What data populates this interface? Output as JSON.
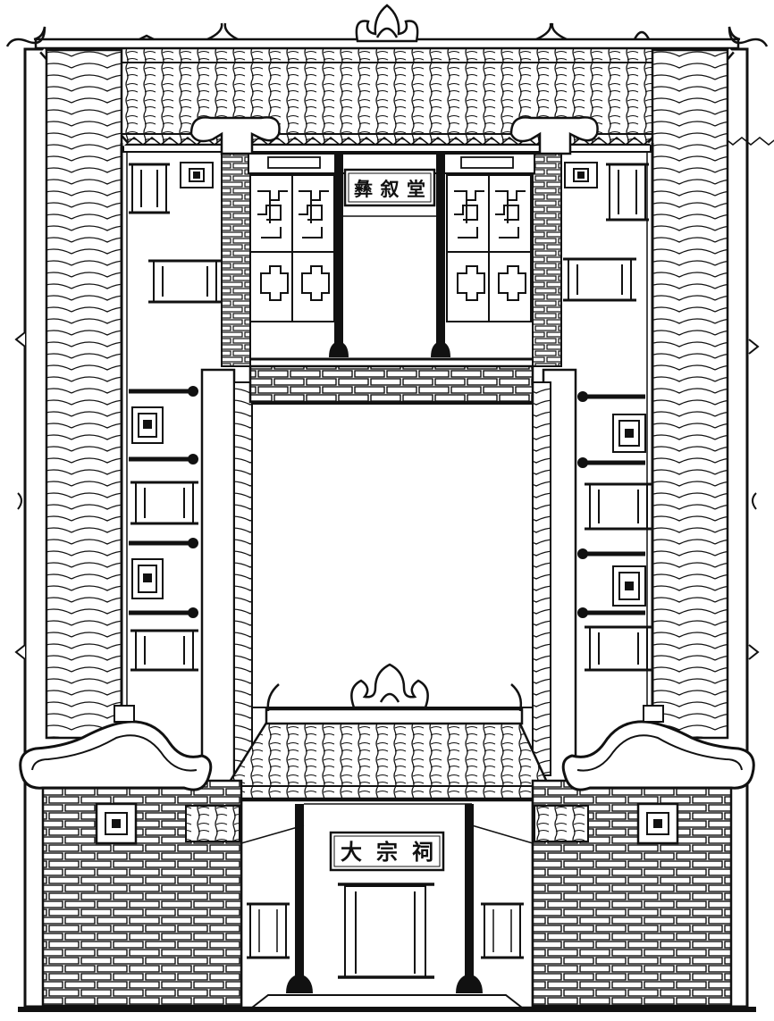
{
  "colors": {
    "ink": "#111111",
    "paper": "#ffffff"
  },
  "icons": [
    "cloud-scroll-ornament",
    "flame-finial-ornament",
    "lattice-window-icon",
    "stepped-cross-window-icon"
  ],
  "upper_hall": {
    "plaque_text": "彝叙堂"
  },
  "gate": {
    "plaque_text": "大宗祠"
  }
}
